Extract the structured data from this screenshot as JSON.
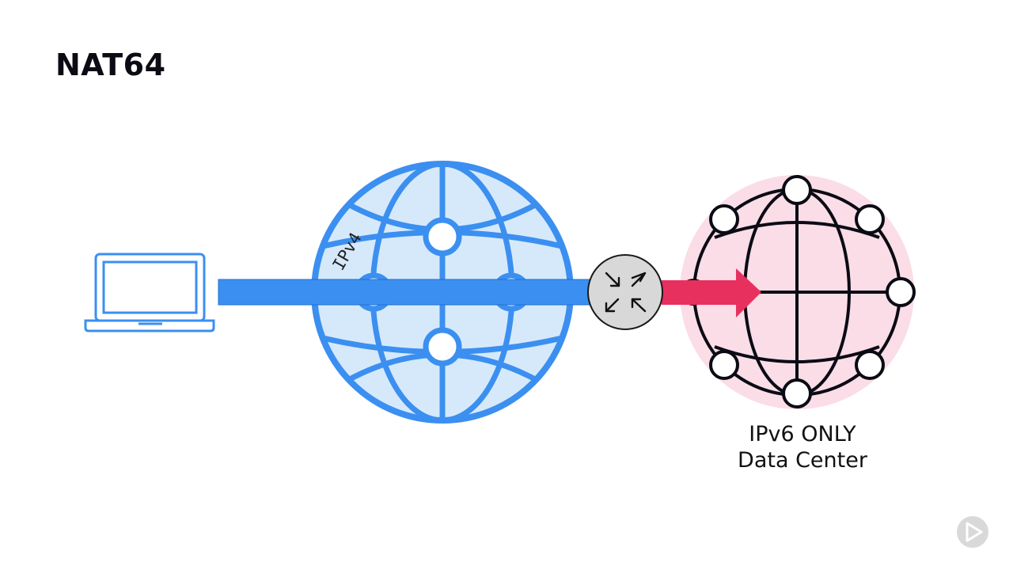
{
  "title": "NAT64",
  "link_label": "IPv4",
  "datacenter": {
    "line1": "IPv6 ONLY",
    "line2": "Data Center"
  },
  "colors": {
    "ipv4_blue": "#3b8ff0",
    "ipv4_fill": "#d6e9fb",
    "ipv6_pink": "#e8305f",
    "ipv6_fill": "#fadde6",
    "router_fill": "#d8d8d8",
    "ink": "#0b0b14"
  },
  "icons": {
    "client": "laptop-icon",
    "ipv4_network": "globe-icon",
    "translator": "router-icon",
    "ipv6_network": "globe-network-icon",
    "player": "play-icon"
  }
}
